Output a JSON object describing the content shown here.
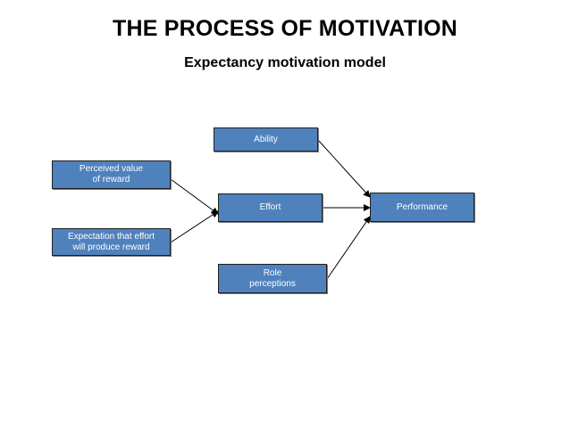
{
  "title": "THE PROCESS OF MOTIVATION",
  "subtitle": "Expectancy motivation model",
  "nodes": {
    "ability": "Ability",
    "perceived_value": "Perceived value\nof reward",
    "effort": "Effort",
    "performance": "Performance",
    "expectation": "Expectation that effort\nwill produce reward",
    "role_perceptions": "Role\nperceptions"
  },
  "edges": [
    {
      "from": "perceived_value",
      "to": "effort"
    },
    {
      "from": "expectation",
      "to": "effort"
    },
    {
      "from": "ability",
      "to": "performance"
    },
    {
      "from": "effort",
      "to": "performance"
    },
    {
      "from": "role_perceptions",
      "to": "performance"
    }
  ],
  "colors": {
    "box_fill": "#4f81bd",
    "box_text": "#ffffff",
    "arrow": "#000000"
  }
}
